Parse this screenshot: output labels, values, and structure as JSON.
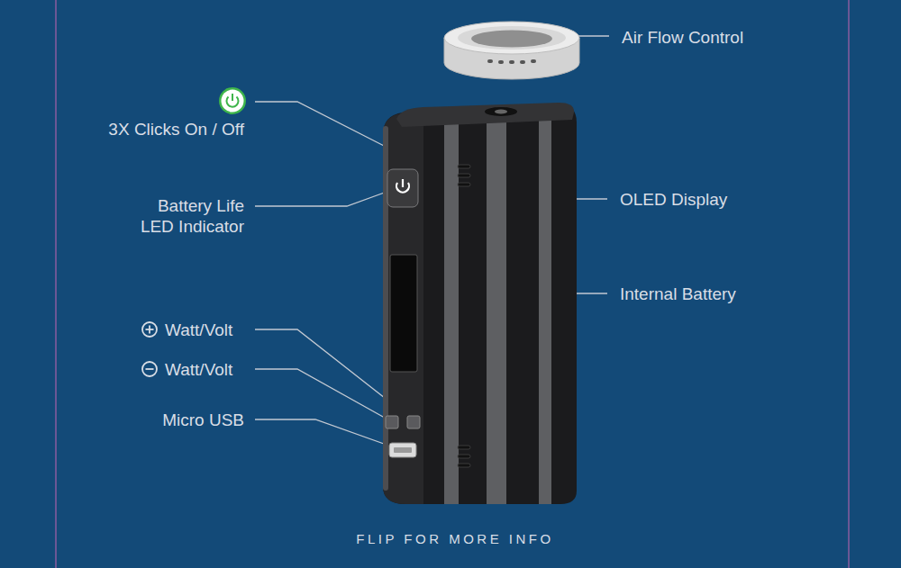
{
  "diagram": {
    "labels": [
      "3X Clicks On / Off",
      "Battery Life LED Indicator",
      "Watt/Volt",
      "Watt/Volt",
      "Micro USB",
      "Air Flow Control",
      "OLED Display",
      "Internal Battery",
      "FLIP FOR MORE INFO"
    ]
  }
}
